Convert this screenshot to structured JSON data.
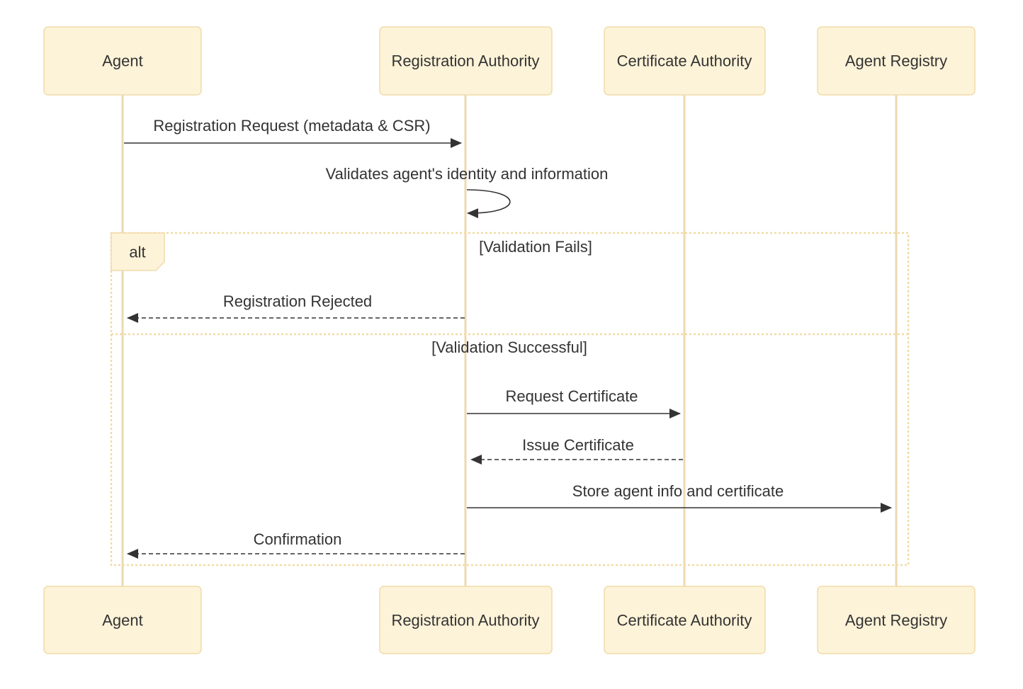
{
  "participants": [
    {
      "id": "agent",
      "label": "Agent"
    },
    {
      "id": "ra",
      "label": "Registration Authority"
    },
    {
      "id": "ca",
      "label": "Certificate Authority"
    },
    {
      "id": "registry",
      "label": "Agent Registry"
    }
  ],
  "messages": [
    {
      "id": "m1",
      "from": "agent",
      "to": "ra",
      "label": "Registration Request (metadata & CSR)",
      "style": "solid"
    },
    {
      "id": "m2",
      "from": "ra",
      "to": "ra",
      "label": "Validates agent's identity and information",
      "style": "solid"
    },
    {
      "id": "m3",
      "from": "ra",
      "to": "agent",
      "label": "Registration Rejected",
      "style": "dashed"
    },
    {
      "id": "m4",
      "from": "ra",
      "to": "ca",
      "label": "Request Certificate",
      "style": "solid"
    },
    {
      "id": "m5",
      "from": "ca",
      "to": "ra",
      "label": "Issue Certificate",
      "style": "dashed"
    },
    {
      "id": "m6",
      "from": "ra",
      "to": "registry",
      "label": "Store agent info and certificate",
      "style": "solid"
    },
    {
      "id": "m7",
      "from": "ra",
      "to": "agent",
      "label": "Confirmation",
      "style": "dashed"
    }
  ],
  "alt_frame": {
    "label": "alt",
    "conditions": [
      "[Validation Fails]",
      "[Validation Successful]"
    ]
  },
  "colors": {
    "actor_fill": "#fdf3d8",
    "actor_stroke": "#f0dcaa",
    "lifeline": "#ecd9b0",
    "frame_stroke": "#f1dca6",
    "text": "#333333"
  }
}
